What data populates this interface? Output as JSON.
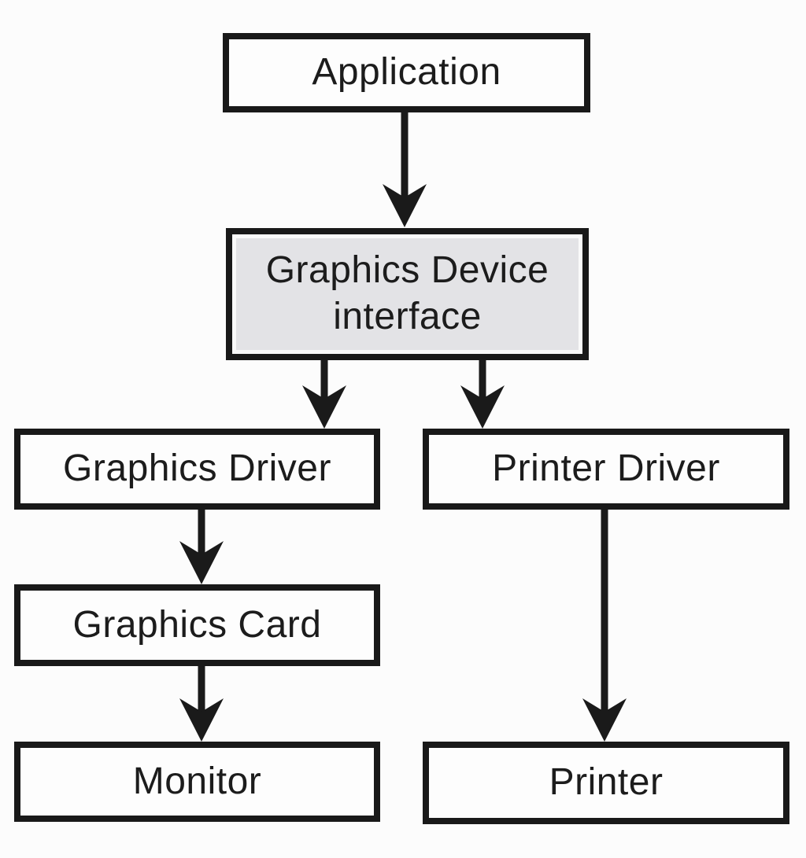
{
  "diagram": {
    "description": "Flow diagram of the Windows Graphics Device Interface output path",
    "nodes": {
      "application": {
        "label": "Application"
      },
      "gdi": {
        "label_line1": "Graphics Device",
        "label_line2": "interface"
      },
      "graphics_driver": {
        "label": "Graphics Driver"
      },
      "printer_driver": {
        "label": "Printer Driver"
      },
      "graphics_card": {
        "label": "Graphics Card"
      },
      "monitor": {
        "label": "Monitor"
      },
      "printer": {
        "label": "Printer"
      }
    },
    "edges": [
      {
        "from": "Application",
        "to": "Graphics Device interface"
      },
      {
        "from": "Graphics Device interface",
        "to": "Graphics Driver"
      },
      {
        "from": "Graphics Device interface",
        "to": "Printer Driver"
      },
      {
        "from": "Graphics Driver",
        "to": "Graphics Card"
      },
      {
        "from": "Graphics Card",
        "to": "Monitor"
      },
      {
        "from": "Printer Driver",
        "to": "Printer"
      }
    ],
    "colors": {
      "background": "#fcfcfc",
      "box_border": "#191919",
      "box_fill": "#fdfdfd",
      "gdi_fill": "#e3e3e6",
      "arrow": "#1a1a1a",
      "text": "#1c1c1c"
    }
  }
}
